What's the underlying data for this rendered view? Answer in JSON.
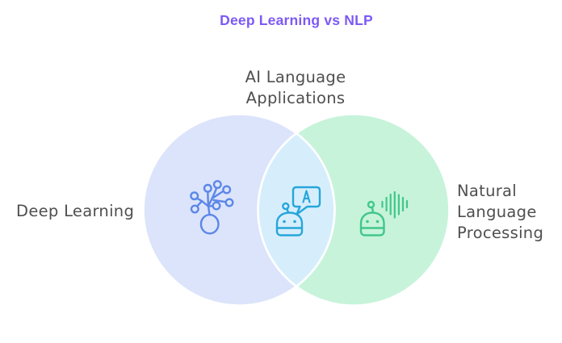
{
  "title": {
    "text": "Deep Learning vs NLP",
    "color": "#7d59f6"
  },
  "diagram": {
    "type": "venn",
    "left_set": {
      "label": "Deep Learning",
      "icon": "neural-network-icon",
      "fill_color": "#dce4fb",
      "icon_color": "#5b87e8"
    },
    "right_set": {
      "label": "Natural Language Processing",
      "icon": "voice-assistant-robot-icon",
      "fill_color": "#c7f3da",
      "icon_color": "#41c78b"
    },
    "intersection": {
      "label": "AI Language Applications",
      "icon": "chatbot-speech-bubble-icon",
      "speech_bubble_letter": "A",
      "fill_color": "#d6eefc",
      "icon_color": "#27a6da"
    },
    "circle_border_color": "#ffffff"
  },
  "colors": {
    "background": "#ffffff",
    "label_text": "#4f4f4f"
  }
}
